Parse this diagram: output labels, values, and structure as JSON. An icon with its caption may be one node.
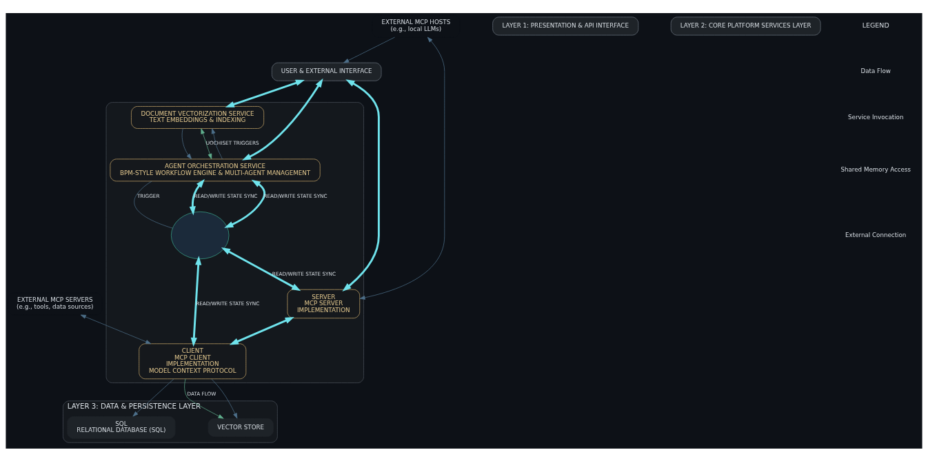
{
  "diagram": {
    "nodes": [
      {
        "text": [
          "USER & EXTERNAL INTERFACE"
        ]
      },
      {
        "text": [
          "LAYER 1: PRESENTATION & API INTERFACE"
        ]
      },
      {
        "text": [
          "LAYER 2: CORE PLATFORM SERVICES LAYER"
        ]
      },
      {
        "text": [],
        "shape": "box"
      },
      {
        "text": [
          "DOCUMENT VECTORIZATION SERVICE",
          "TEXT EMBEDDINGS & INDEXING"
        ],
        "in": 3
      },
      {
        "text": [
          "AGENT ORCHESTRATION SERVICE",
          "BPM-STYLE WORKFLOW ENGINE & MULTI-AGENT MANAGEMENT"
        ],
        "in": 3
      },
      {
        "text": [],
        "shape": "picture",
        "in": 3
      },
      {
        "text": [
          "SERVER",
          "MCP SERVER",
          "IMPLEMENTATION"
        ],
        "in": 3
      },
      {
        "text": [
          "CLIENT",
          "MCP CLIENT",
          "IMPLEMENTATION",
          "MODEL CONTEXT PROTOCOL"
        ],
        "in": 3
      },
      {
        "text": [
          "EXTERNAL MCP HOSTS",
          "(e.g., local LLMs)"
        ]
      },
      {
        "text": [
          "EXTERNAL MCP SERVERS",
          "(e.g., tools, data sources)"
        ]
      },
      {
        "text": [
          "LAYER 3: DATA & PERSISTENCE LAYER"
        ]
      },
      {
        "text": [
          "SQL",
          "RELATIONAL DATABASE (SQL)"
        ],
        "in": 11
      },
      {
        "text": [
          "VECTOR STORE"
        ],
        "in": 11
      }
    ],
    "edges": [
      {
        "from": 0,
        "to": 4,
        "arrow": "both",
        "style": "thick"
      },
      {
        "from": 0,
        "to": 5,
        "arrow": "both",
        "style": "thick"
      },
      {
        "from": 0,
        "to": 7,
        "arrow": "both",
        "style": "thick"
      },
      {
        "from": 9,
        "to": 0,
        "arrow": "to",
        "color": "#4d6f8a"
      },
      {
        "from": 9,
        "to": 7,
        "arrow": "both",
        "color": "#4d6f8a"
      },
      {
        "from": 10,
        "to": 8,
        "arrow": "both",
        "color": "#4d6f8a"
      },
      {
        "from": 4,
        "to": 5,
        "arrow": "to",
        "color": "#4d6f8a"
      },
      {
        "from": 5,
        "to": 6,
        "arrow": "none",
        "label": "TRIGGER",
        "color": "#4d6f8a"
      },
      {
        "from": 5,
        "to": 6,
        "arrow": "both",
        "label": "READ/WRITE STATE SYNC",
        "style": "thick"
      },
      {
        "from": 6,
        "to": 7,
        "arrow": "both",
        "label": "READ/WRITE STATE SYNC",
        "style": "thick"
      },
      {
        "from": 5,
        "to": 6,
        "arrow": "both",
        "label": "READ/WRITE STATE SYNC",
        "style": "thick"
      },
      {
        "from": 6,
        "to": 8,
        "arrow": "both",
        "label": "READ/WRITE STATE SYNC",
        "style": "thick"
      },
      {
        "from": 7,
        "to": 8,
        "arrow": "both",
        "style": "thick"
      },
      {
        "from": 5,
        "to": 4,
        "arrow": "both",
        "label": "UOCHISET TRIGGERS",
        "color": "#5fae8c"
      },
      {
        "from": 5,
        "to": 4,
        "arrow": "to",
        "color": "#4d6f8a"
      },
      {
        "from": 8,
        "to": 12,
        "arrow": "to",
        "color": "#4d6f8a"
      },
      {
        "from": 8,
        "to": 13,
        "arrow": "to",
        "label": "DATA FLOW",
        "color": "#5fae8c"
      },
      {
        "from": 8,
        "to": 13,
        "arrow": "to",
        "color": "#4d6f8a"
      }
    ],
    "labels": [
      "LEGEND"
    ],
    "legend": [
      {
        "text": "Data Flow"
      },
      {
        "text": "Service Invocation"
      },
      {
        "text": "Shared Memory Access"
      },
      {
        "text": "External Connection"
      }
    ]
  }
}
